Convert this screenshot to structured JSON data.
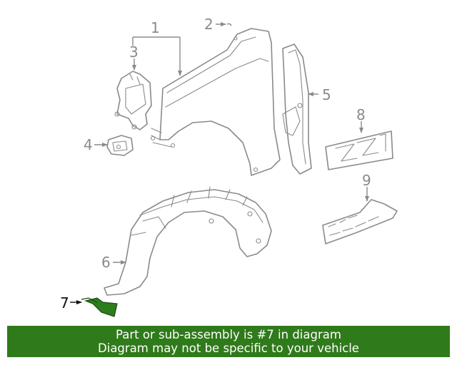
{
  "callouts": {
    "c1": "1",
    "c2": "2",
    "c3": "3",
    "c4": "4",
    "c5": "5",
    "c6": "6",
    "c7": "7",
    "c8": "8",
    "c9": "9"
  },
  "highlight": {
    "callout": "7",
    "fill_color": "#2e7d1c",
    "banner_color": "#2f7a1a"
  },
  "line_color": "#8a8a8a",
  "banner": {
    "line1": "Part or sub-assembly is #7 in diagram",
    "line2": "Diagram may not be specific to your vehicle"
  }
}
